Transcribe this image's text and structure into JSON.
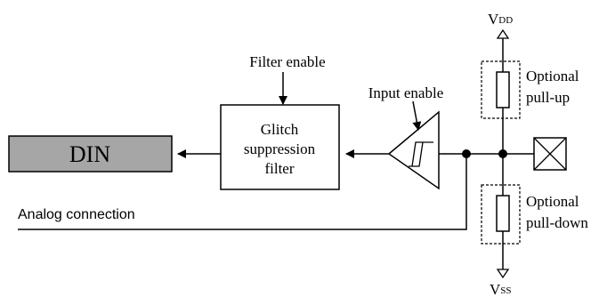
{
  "labels": {
    "filter_enable": "Filter enable",
    "input_enable": "Input enable",
    "din": "DIN",
    "glitch_line1": "Glitch",
    "glitch_line2": "suppression",
    "glitch_line3": "filter",
    "analog_connection": "Analog connection",
    "pullup_line1": "Optional",
    "pullup_line2": "pull-up",
    "pulldown_line1": "Optional",
    "pulldown_line2": "pull-down",
    "vdd_main": "V",
    "vdd_sub": "DD",
    "vss_main": "V",
    "vss_sub": "SS"
  },
  "colors": {
    "din_fill": "#a6a6a6",
    "line": "#000000"
  }
}
